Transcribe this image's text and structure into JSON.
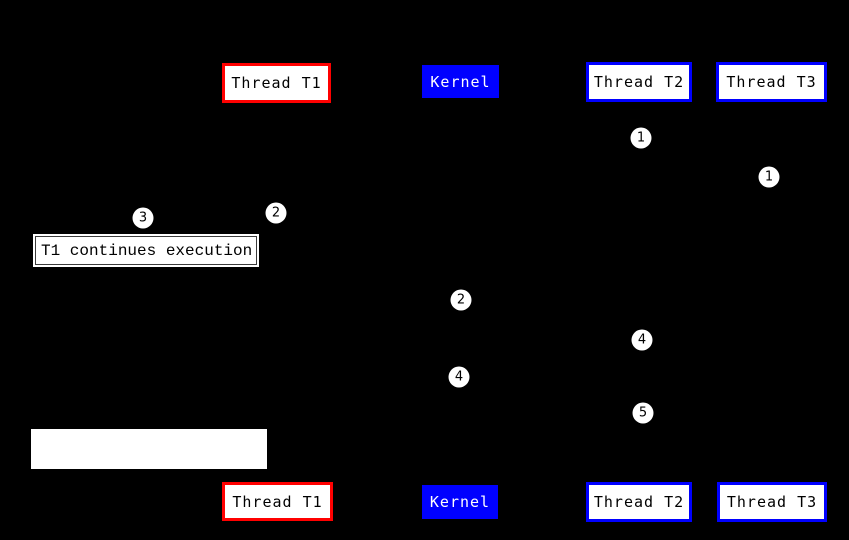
{
  "colors": {
    "background": "#000000",
    "red": "#ff0000",
    "blue": "#0000ff",
    "box-bg": "#ffffff",
    "box-text": "#000000",
    "kernel-text": "#ffffff"
  },
  "lanes": {
    "thread_t1": "Thread T1",
    "kernel": "Kernel",
    "thread_t2": "Thread T2",
    "thread_t3": "Thread T3"
  },
  "markers": [
    {
      "label": "1"
    },
    {
      "label": "1"
    },
    {
      "label": "2"
    },
    {
      "label": "3"
    },
    {
      "label": "2"
    },
    {
      "label": "4"
    },
    {
      "label": "4"
    },
    {
      "label": "5"
    }
  ],
  "notes": {
    "t1_continues": "T1 continues execution"
  }
}
